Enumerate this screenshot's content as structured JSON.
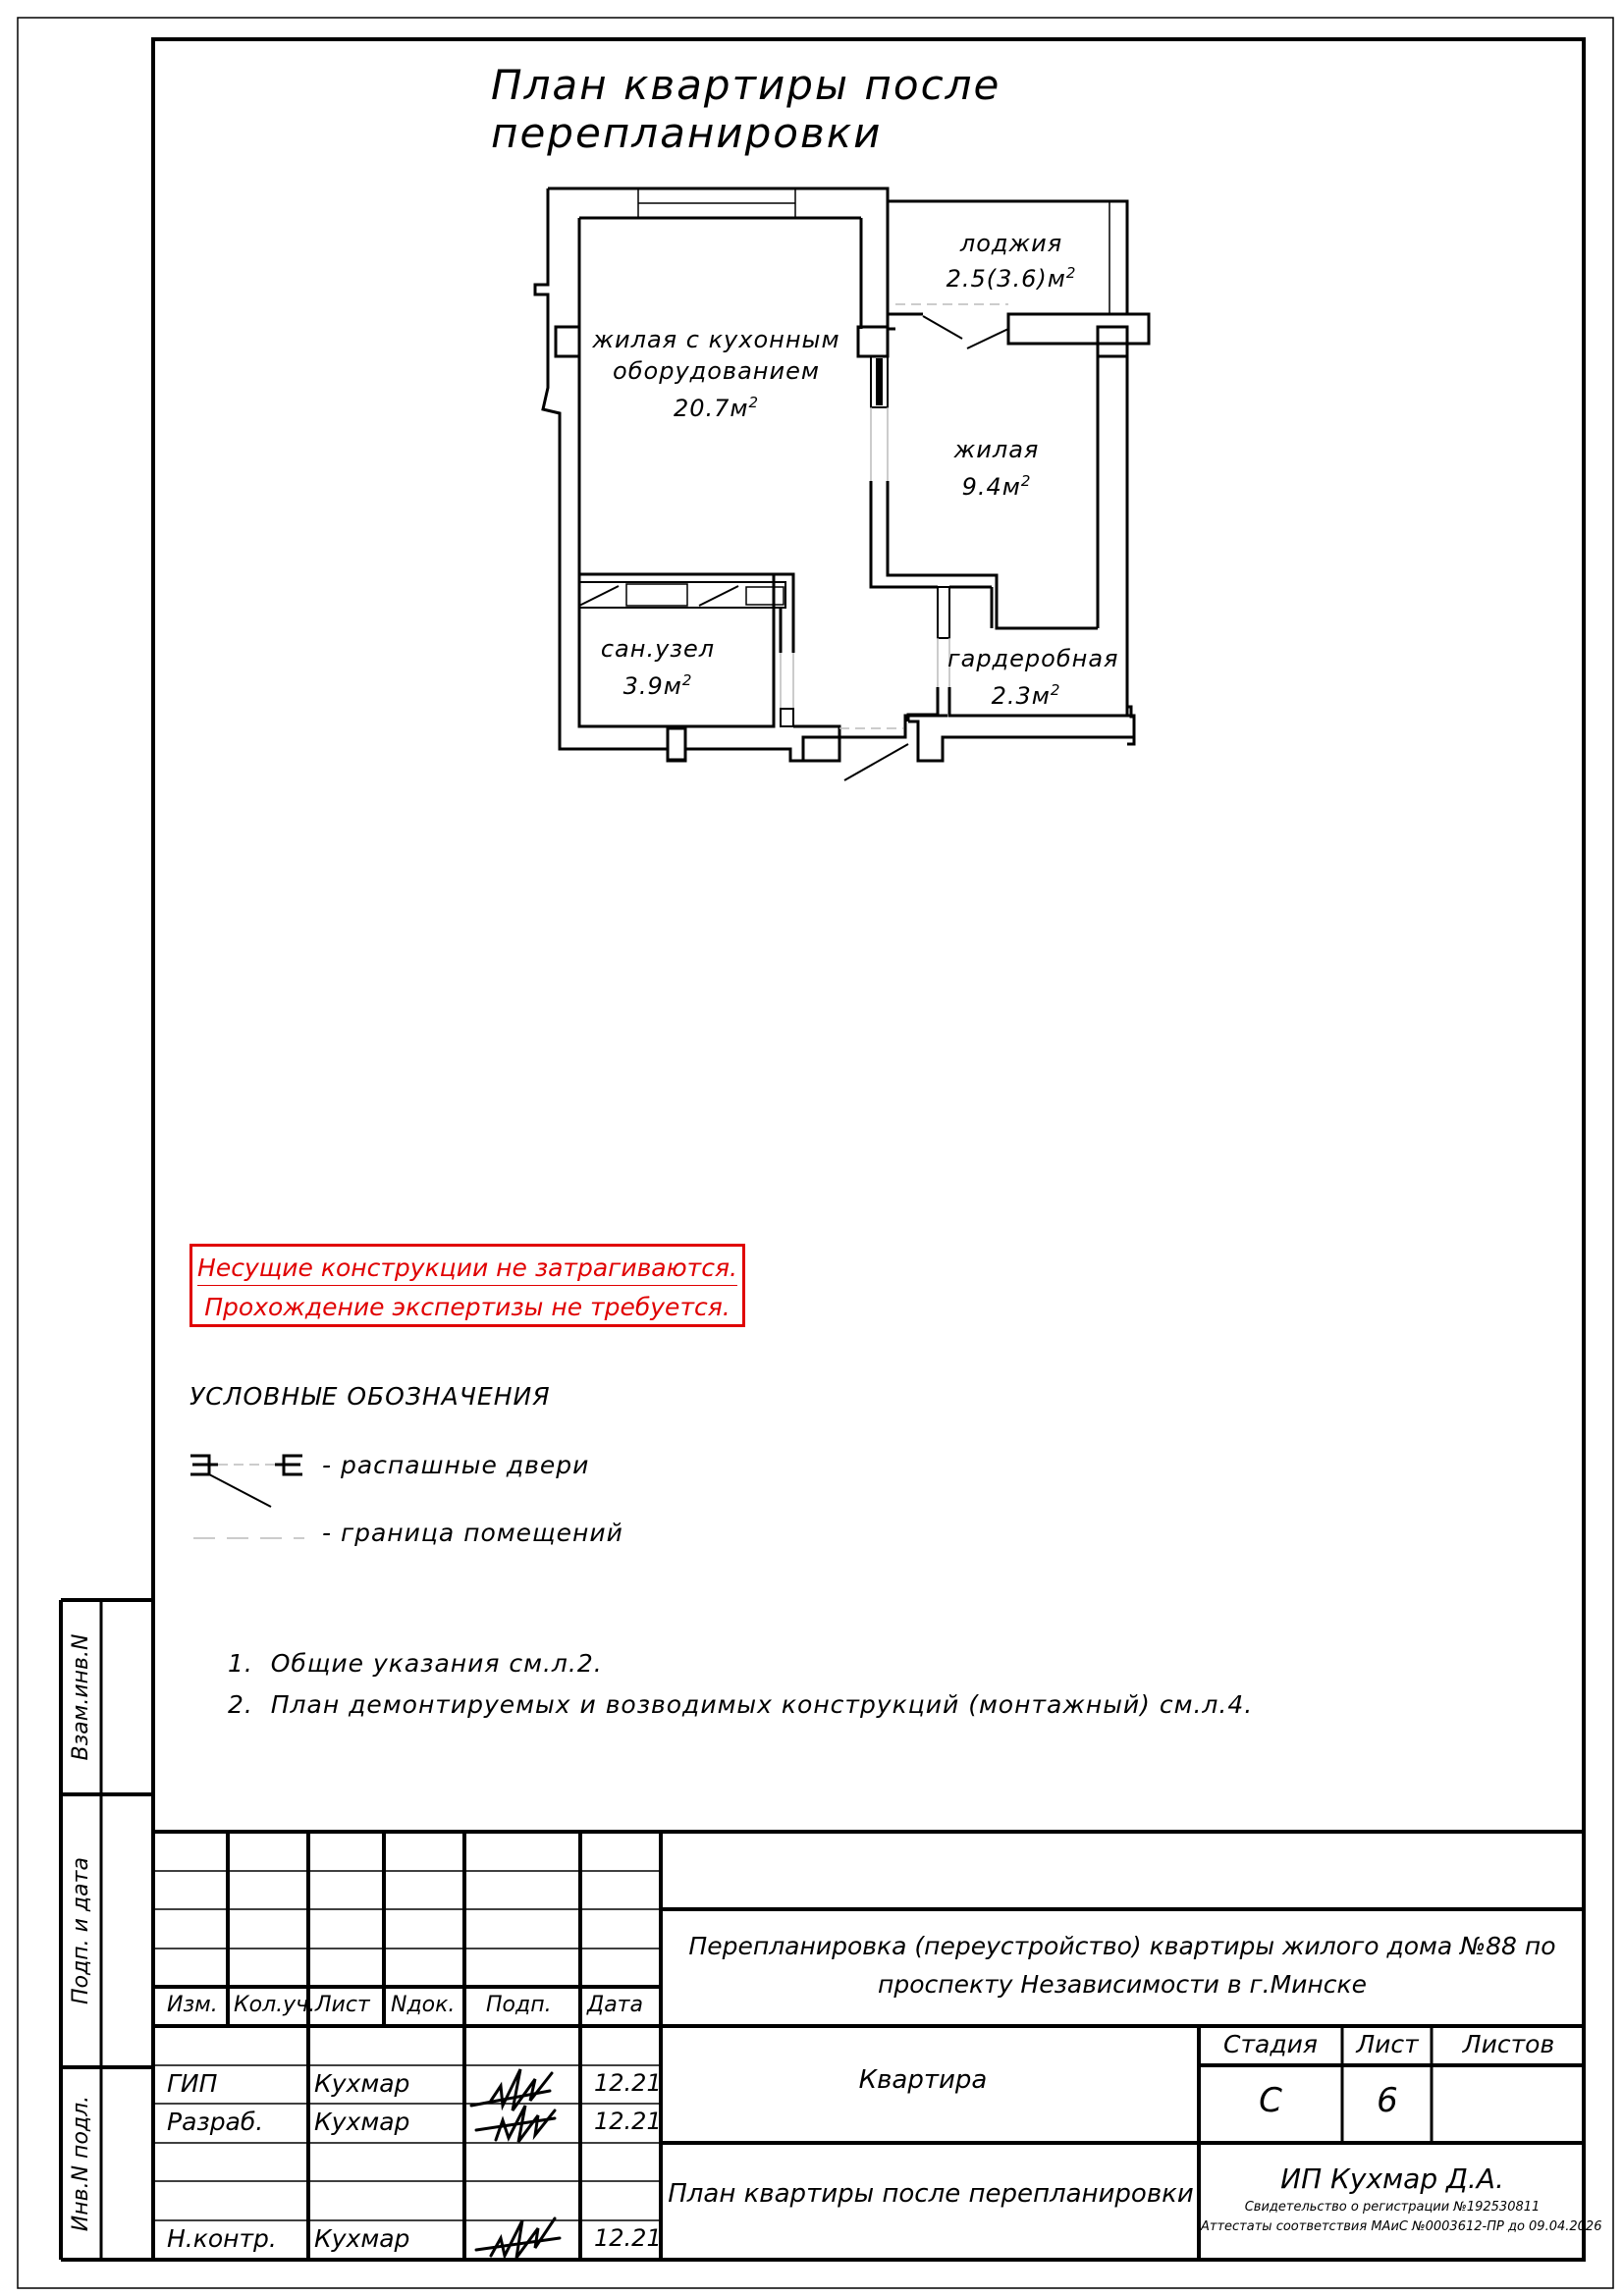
{
  "plan_title": "План квартиры после перепланировки",
  "rooms": [
    {
      "id": "loggia",
      "label": "лоджия",
      "area": "2.5(3.6)м",
      "sup": "2"
    },
    {
      "id": "living-kitchen",
      "label": "жилая с кухонным",
      "label2": "оборудованием",
      "area": "20.7м",
      "sup": "2"
    },
    {
      "id": "living",
      "label": "жилая",
      "area": "9.4м",
      "sup": "2"
    },
    {
      "id": "bathroom",
      "label": "сан.узел",
      "area": "3.9м",
      "sup": "2"
    },
    {
      "id": "wardrobe",
      "label": "гардеробная",
      "area": "2.3м",
      "sup": "2"
    }
  ],
  "notice": {
    "line1": "Несущие конструкции не затрагиваются.",
    "line2": "Прохождение экспертизы не требуется.",
    "color": "#e00000"
  },
  "legend": {
    "title": "УСЛОВНЫЕ ОБОЗНАЧЕНИЯ",
    "door": "- распашные двери",
    "boundary": "- граница помещений"
  },
  "notes": [
    "1.  Общие указания см.л.2.",
    "2.  План демонтируемых и возводимых конструкций (монтажный) см.л.4."
  ],
  "side_labels": {
    "vzam": "Взам.инв.N",
    "podp": "Подп. и дата",
    "inv": "Инв.N подл."
  },
  "title_block": {
    "headers": {
      "izm": "Изм.",
      "kol": "Кол.уч.",
      "list": "Лист",
      "ndok": "Nдок.",
      "podp": "Подп.",
      "data": "Дата"
    },
    "staff": [
      {
        "role": "ГИП",
        "name": "Кухмар",
        "date": "12.21"
      },
      {
        "role": "Разраб.",
        "name": "Кухмар",
        "date": "12.21"
      },
      {
        "role": "Н.контр.",
        "name": "Кухмар",
        "date": "12.21"
      }
    ],
    "project_line1": "Перепланировка (переустройство) квартиры жилого дома №88 по",
    "project_line2": "проспекту Независимости в г.Минске",
    "object": "Квартира",
    "drawing": "План квартиры после перепланировки",
    "stage_label": "Стадия",
    "sheet_label": "Лист",
    "sheets_label": "Листов",
    "stage": "С",
    "sheet": "6",
    "sheets": "",
    "company": "ИП Кухмар Д.А.",
    "cert1": "Свидетельство о регистрации №192530811",
    "cert2": "Аттестаты соответствия МАиС №0003612-ПР до 09.04.2026"
  }
}
